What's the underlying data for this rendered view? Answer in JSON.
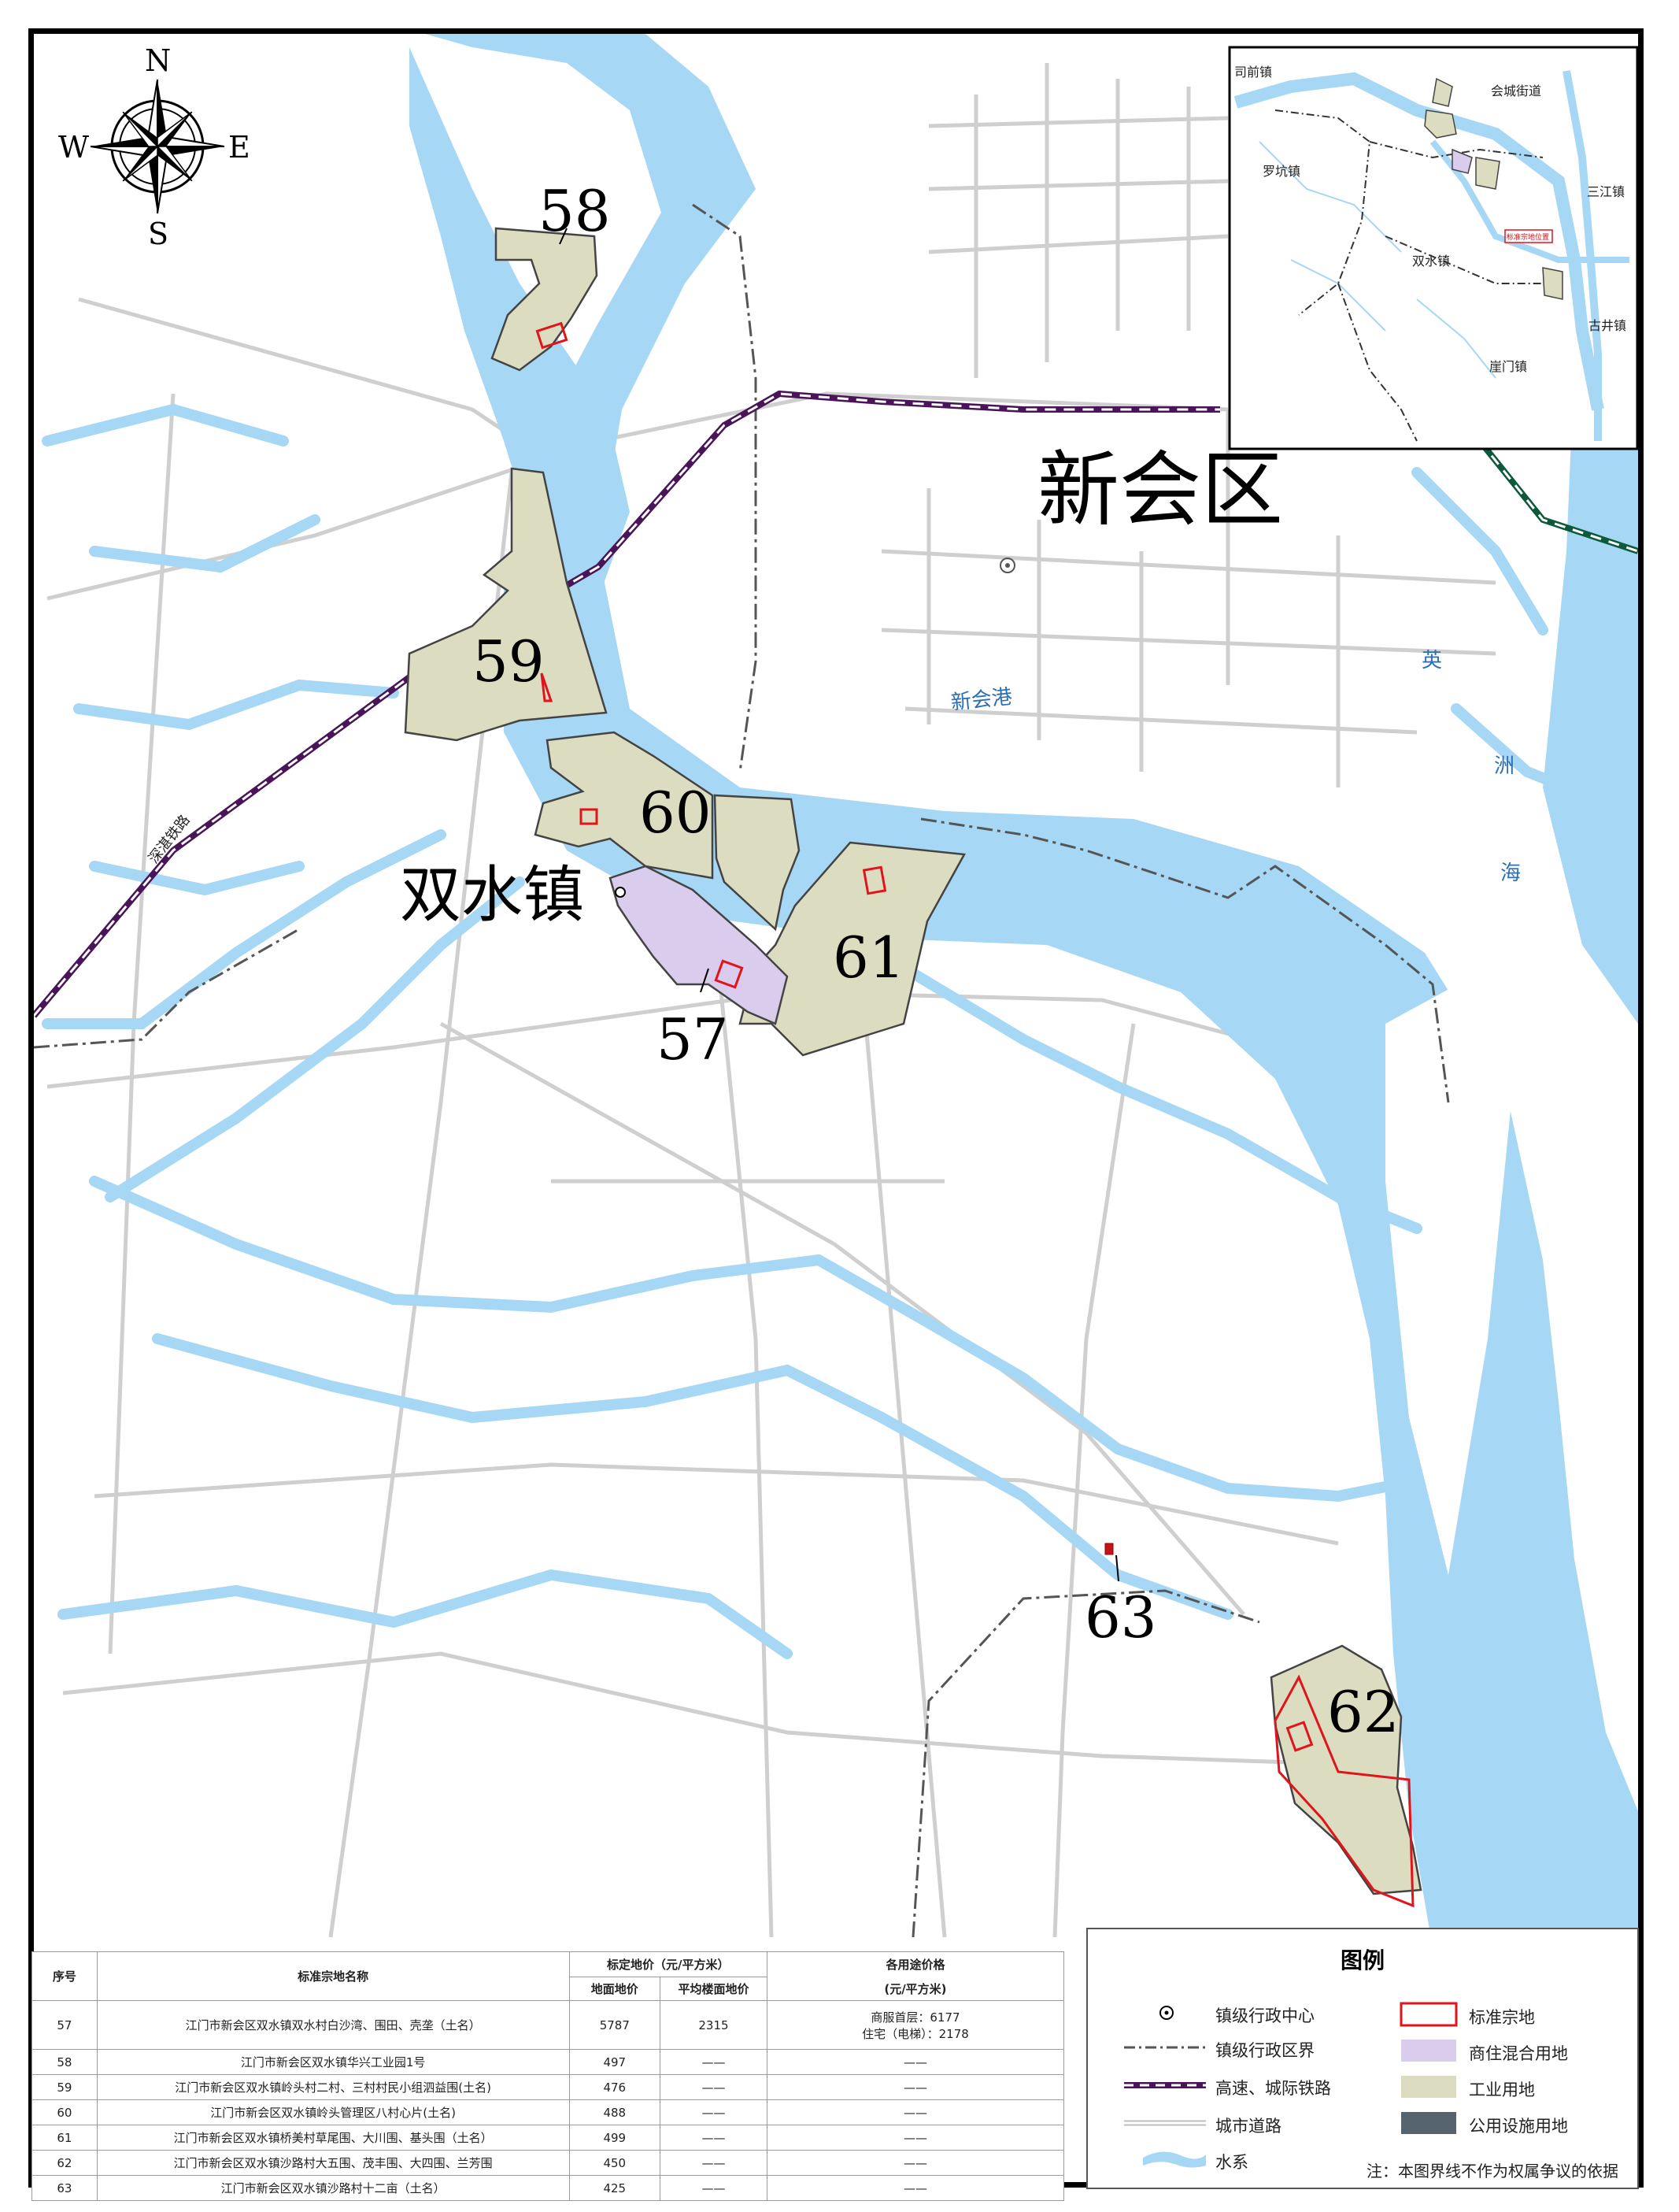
{
  "map": {
    "district_label": "新会区",
    "town_label": "双水镇",
    "water_labels": {
      "xinhui_port": "新会港",
      "river_ying": "英",
      "river_zhou": "洲",
      "river_hai": "海"
    },
    "rail_label": "深湛铁路",
    "compass": {
      "n": "N",
      "s": "S",
      "e": "E",
      "w": "W"
    },
    "plot_numbers": [
      "57",
      "58",
      "59",
      "60",
      "61",
      "62",
      "63"
    ],
    "colors": {
      "water": "#a6d7f5",
      "industrial": "#dcdcc0",
      "mixed_residential": "#d9ccec",
      "standard_parcel": "#e0151b",
      "railway": "#4a1459",
      "road": "#cdcdcd"
    }
  },
  "inset": {
    "labels": [
      "司前镇",
      "会城街道",
      "罗坑镇",
      "三江镇",
      "双水镇",
      "古井镇",
      "崖门镇"
    ],
    "tag": "标准宗地位置"
  },
  "table": {
    "headers": {
      "no": "序号",
      "name": "标准宗地名称",
      "price_group": "标定地价（元/平方米）",
      "land_price": "地面地价",
      "floor_price": "平均楼面地价",
      "use_price_group": "各用途价格",
      "use_price_unit": "(元/平方米)"
    },
    "rows": [
      {
        "no": "57",
        "name": "江门市新会区双水镇双水村白沙湾、围田、壳垄（土名）",
        "land": "5787",
        "floor": "2315",
        "use1": "商服首层：6177",
        "use2": "住宅（电梯）：2178"
      },
      {
        "no": "58",
        "name": "江门市新会区双水镇华兴工业园1号",
        "land": "497",
        "floor": "——",
        "use1": "——",
        "use2": ""
      },
      {
        "no": "59",
        "name": "江门市新会区双水镇岭头村二村、三村村民小组泗益围(土名)",
        "land": "476",
        "floor": "——",
        "use1": "——",
        "use2": ""
      },
      {
        "no": "60",
        "name": "江门市新会区双水镇岭头管理区八村心片(土名)",
        "land": "488",
        "floor": "——",
        "use1": "——",
        "use2": ""
      },
      {
        "no": "61",
        "name": "江门市新会区双水镇桥美村草尾围、大川围、基头围（土名）",
        "land": "499",
        "floor": "——",
        "use1": "——",
        "use2": ""
      },
      {
        "no": "62",
        "name": "江门市新会区双水镇沙路村大五围、茂丰围、大四围、兰芳围",
        "land": "450",
        "floor": "——",
        "use1": "——",
        "use2": ""
      },
      {
        "no": "63",
        "name": "江门市新会区双水镇沙路村十二亩（土名）",
        "land": "425",
        "floor": "——",
        "use1": "——",
        "use2": ""
      }
    ]
  },
  "legend": {
    "title": "图例",
    "items": {
      "town_center": "镇级行政中心",
      "town_boundary": "镇级行政区界",
      "railway": "高速、城际铁路",
      "city_road": "城市道路",
      "water": "水系",
      "standard_parcel": "标准宗地",
      "mixed_land": "商住混合用地",
      "industrial_land": "工业用地",
      "utility_land": "公用设施用地"
    },
    "note": "注：本图界线不作为权属争议的依据",
    "utility_color": "#566470"
  }
}
